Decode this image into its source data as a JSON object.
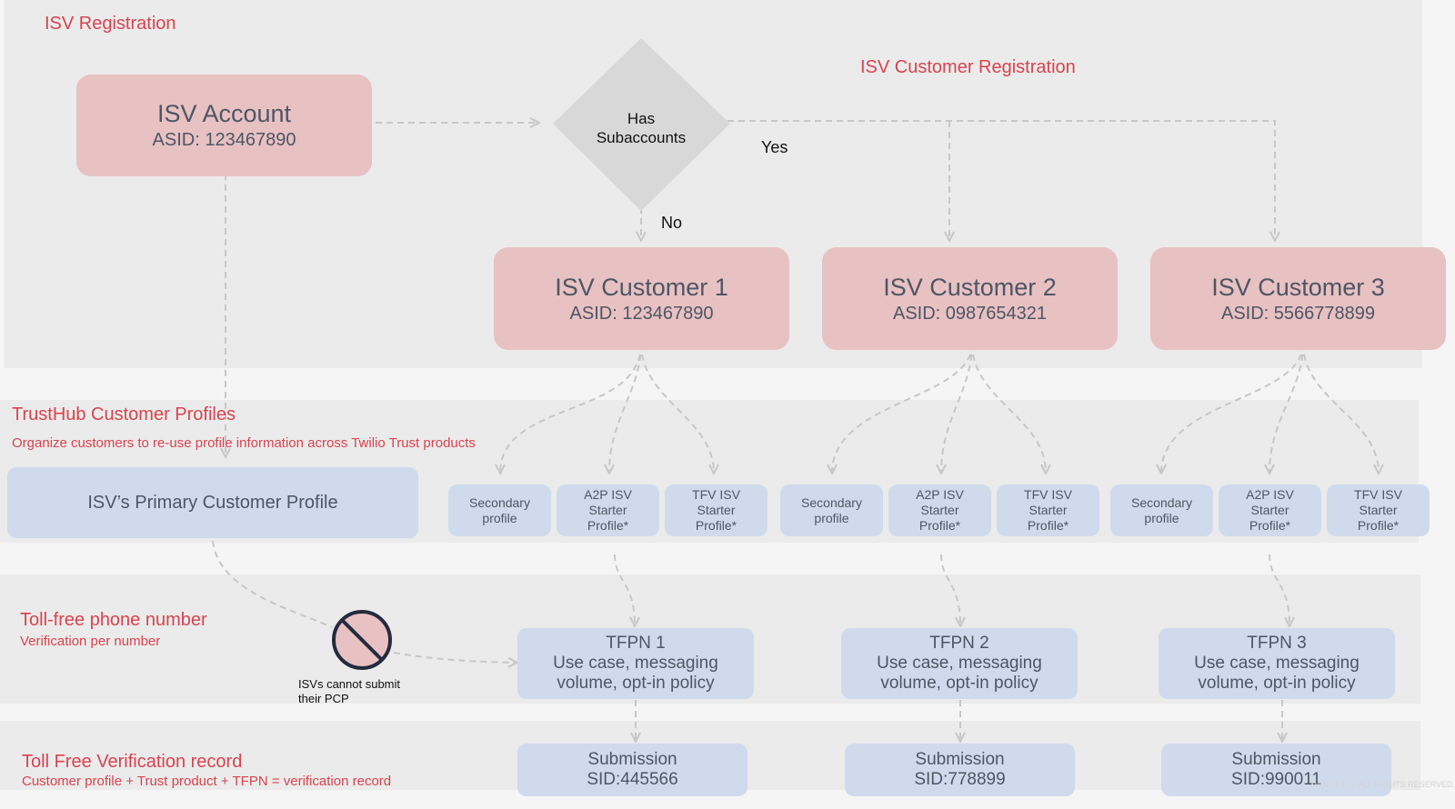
{
  "sections": {
    "isv_registration": "ISV Registration",
    "isv_customer_registration": "ISV Customer Registration",
    "trusthub_title": "TrustHub Customer Profiles",
    "trusthub_subtitle": "Organize customers to re-use profile information across Twilio Trust products",
    "tollfree_title": "Toll-free phone number",
    "tollfree_subtitle": "Verification per number",
    "tfv_title": "Toll Free Verification record",
    "tfv_subtitle": "Customer profile + Trust product + TFPN = verification record"
  },
  "isv_account": {
    "title": "ISV Account",
    "asid": "ASID: 123467890"
  },
  "decision": {
    "line1": "Has",
    "line2": "Subaccounts",
    "yes": "Yes",
    "no": "No"
  },
  "customers": [
    {
      "title": "ISV Customer 1",
      "asid": "ASID: 123467890"
    },
    {
      "title": "ISV Customer 2",
      "asid": "ASID: 0987654321"
    },
    {
      "title": "ISV Customer 3",
      "asid": "ASID: 5566778899"
    }
  ],
  "primary_profile": "ISV’s Primary Customer Profile",
  "profiles": {
    "secondary": [
      "Secondary",
      "profile"
    ],
    "a2p": [
      "A2P ISV",
      "Starter",
      "Profile*"
    ],
    "tfv": [
      "TFV ISV",
      "Starter",
      "Profile*"
    ]
  },
  "tfpn": [
    {
      "title": "TFPN 1",
      "line1": "Use case, messaging",
      "line2": "volume, opt-in policy"
    },
    {
      "title": "TFPN 2",
      "line1": "Use case, messaging",
      "line2": "volume, opt-in policy"
    },
    {
      "title": "TFPN 3",
      "line1": "Use case, messaging",
      "line2": "volume, opt-in policy"
    }
  ],
  "submissions": [
    {
      "title": "Submission",
      "sid": "SID:445566"
    },
    {
      "title": "Submission",
      "sid": "SID:778899"
    },
    {
      "title": "Submission",
      "sid": "SID:990011"
    }
  ],
  "no_submit_note": {
    "line1": "ISVs cannot submit",
    "line2": "their PCP"
  },
  "watermark": "TWILIO INC. ALL RIGHTS RESERVED.",
  "icons": {
    "prohibited": "prohibited-icon"
  },
  "colors": {
    "pink_box": "#e8c1c3",
    "blue_box": "#cfdbed",
    "accent_red": "#d9434f",
    "band": "#ebebeb"
  }
}
